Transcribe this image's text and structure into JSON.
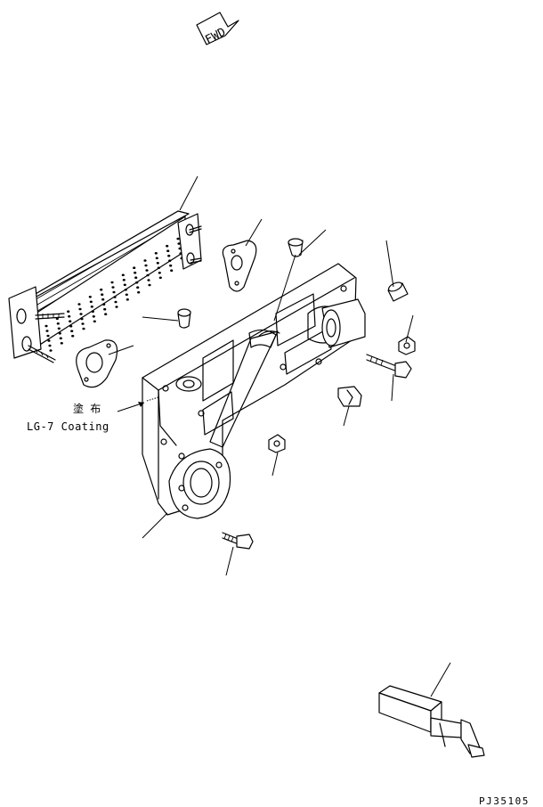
{
  "fwd_arrow": {
    "label": "FWD"
  },
  "coating_note": {
    "japanese": "塗 布",
    "english": "LG-7 Coating"
  },
  "drawing_code": "PJ35105",
  "colors": {
    "ink": "#000000",
    "paper": "#ffffff"
  }
}
